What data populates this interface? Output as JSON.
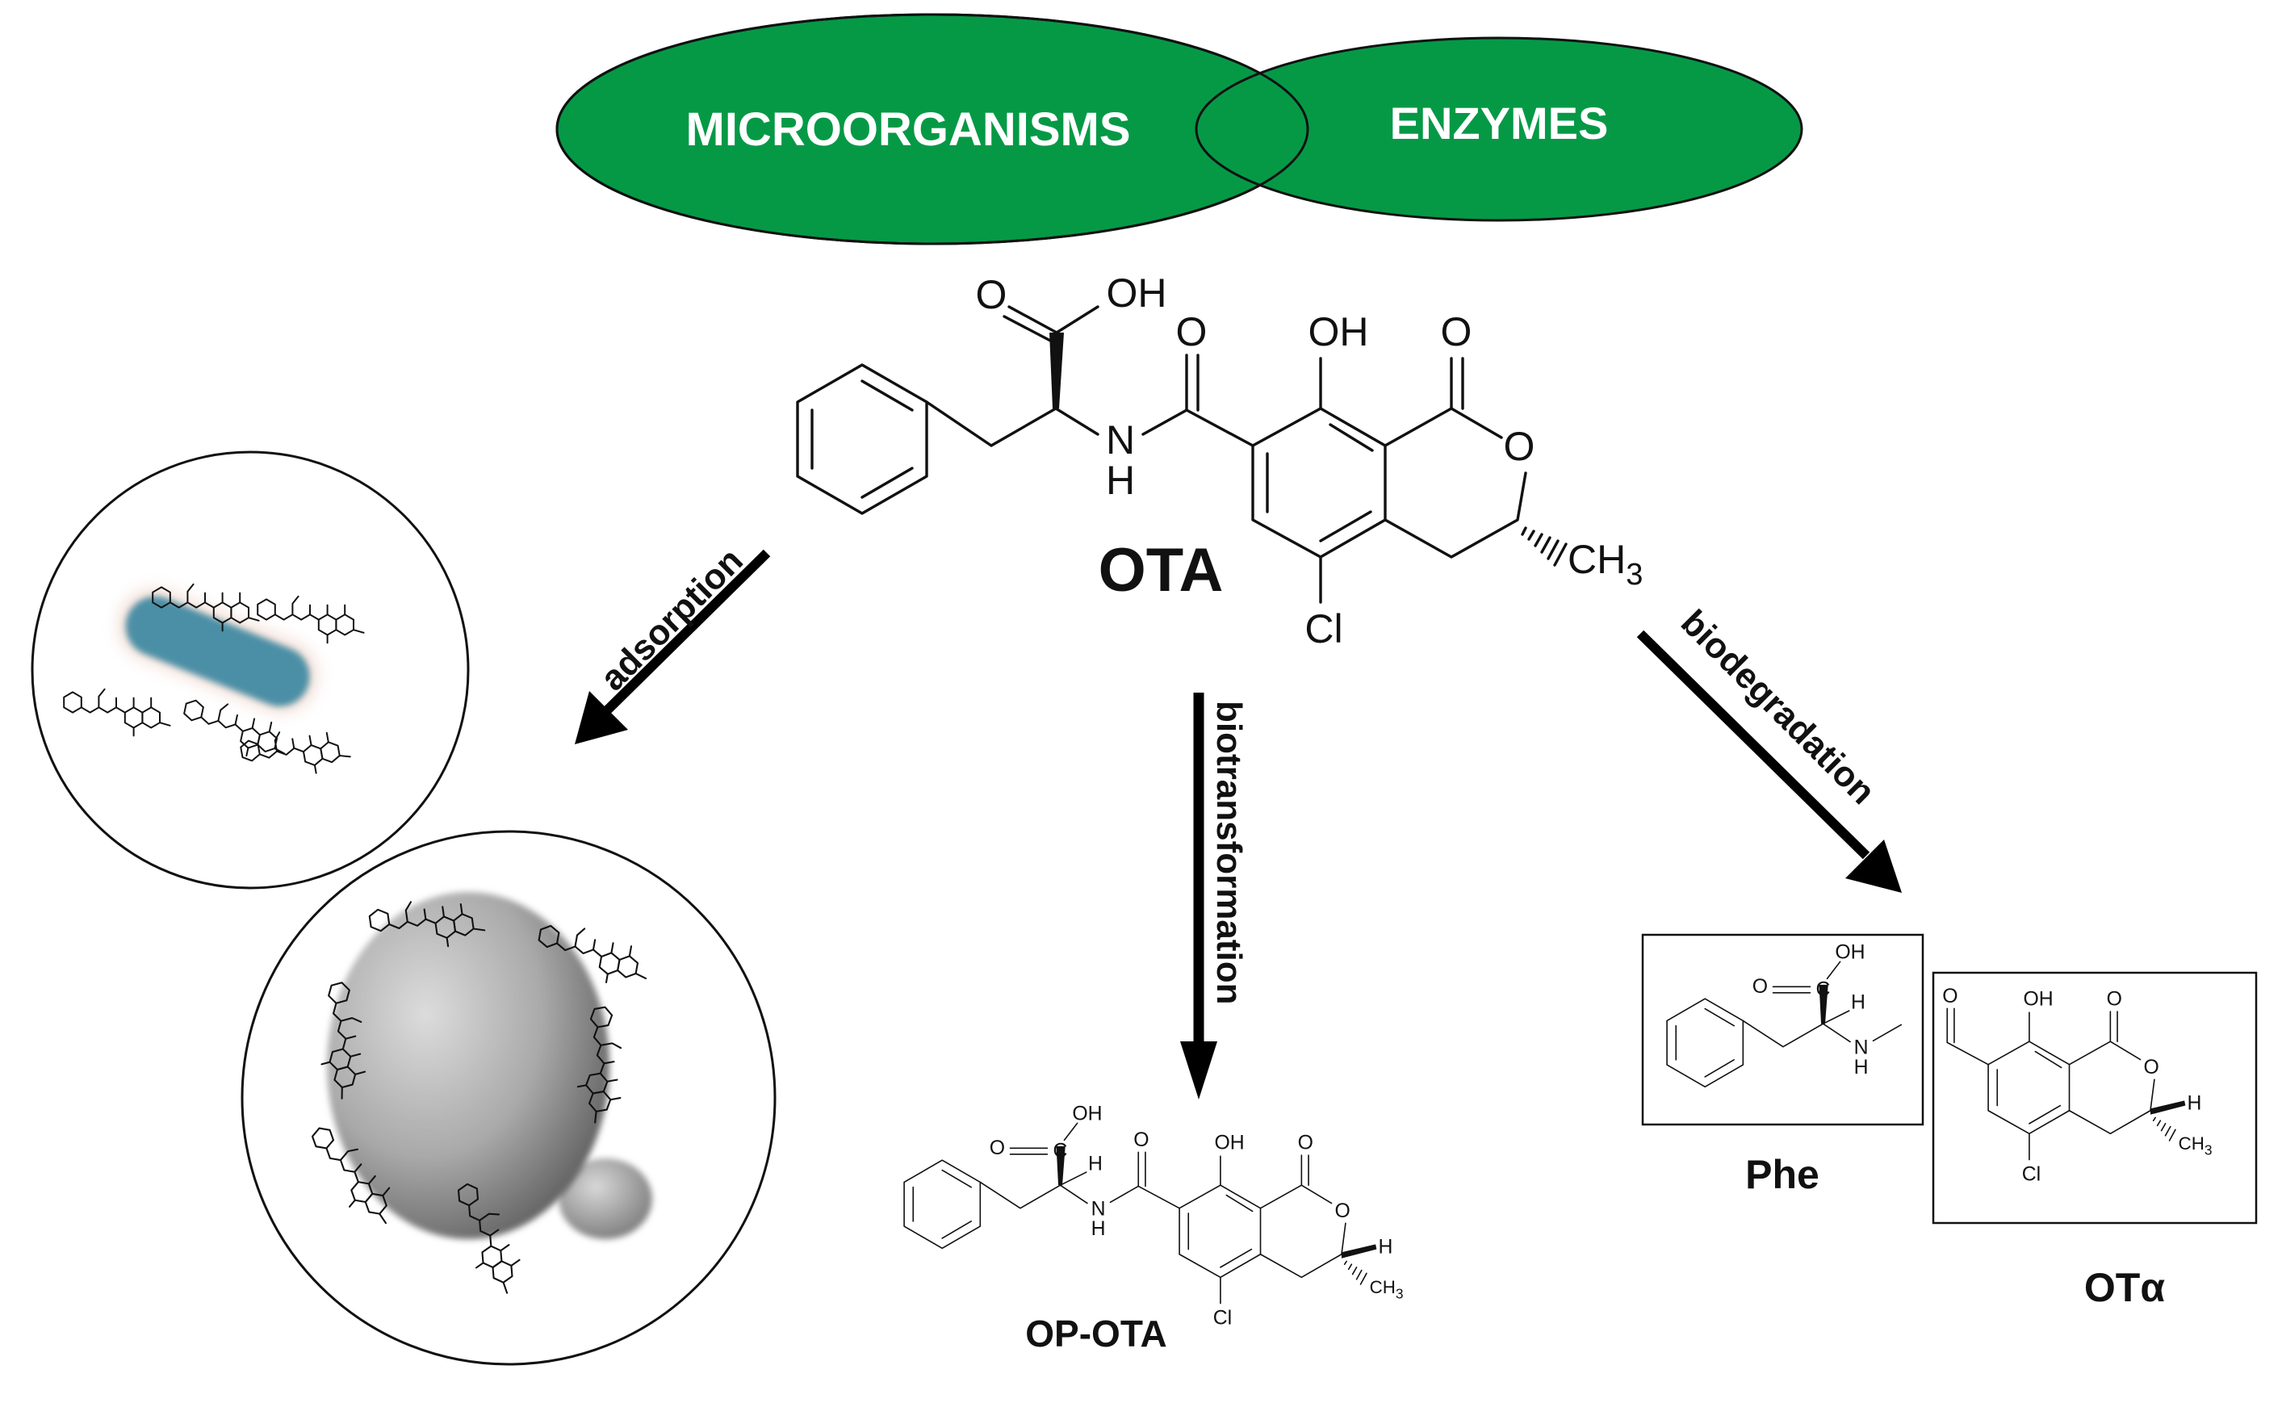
{
  "colors": {
    "ellipse_fill": "#059946",
    "ellipse_stroke": "#111111",
    "bacterium": "#4b8fa6",
    "yeast": "#8f8f8f",
    "arrow": "#000000",
    "text": "#111111"
  },
  "sources": {
    "microorganisms": "MICROORGANISMS",
    "enzymes": "ENZYMES"
  },
  "ota": {
    "label": "OTA",
    "atoms": {
      "o_carbonyl": "O",
      "oh_acid": "OH",
      "o_amide": "O",
      "oh_phenol": "OH",
      "o_lactone": "O",
      "o_ring": "O",
      "nh_n": "N",
      "nh_h": "H",
      "ch3": "CH",
      "ch3_sub": "3",
      "cl": "Cl"
    }
  },
  "pathways": {
    "adsorption": "adsorption",
    "biotransformation": "biotransformation",
    "biodegradation": "biodegradation"
  },
  "products": {
    "op_ota": {
      "label": "OP-OTA",
      "atoms": {
        "oh_acid": "OH",
        "o_carbonyl": "O",
        "c_acid": "C",
        "h_alpha": "H",
        "n": "N",
        "h_n": "H",
        "o_amide": "O",
        "oh_phenol": "OH",
        "o_lactone": "O",
        "o_ring": "O",
        "h_stereo": "H",
        "ch3": "CH",
        "ch3_sub": "3",
        "cl": "Cl"
      }
    },
    "phe": {
      "label": "Phe",
      "atoms": {
        "oh_acid": "OH",
        "o_carbonyl": "O",
        "c_acid": "C",
        "h_alpha": "H",
        "n": "N",
        "h_n": "H"
      }
    },
    "ota_alpha": {
      "label": "OTα",
      "atoms": {
        "o_amide": "O",
        "oh_phenol": "OH",
        "o_lactone": "O",
        "o_ring": "O",
        "h_stereo": "H",
        "ch3": "CH",
        "ch3_sub": "3",
        "cl": "Cl"
      }
    }
  }
}
